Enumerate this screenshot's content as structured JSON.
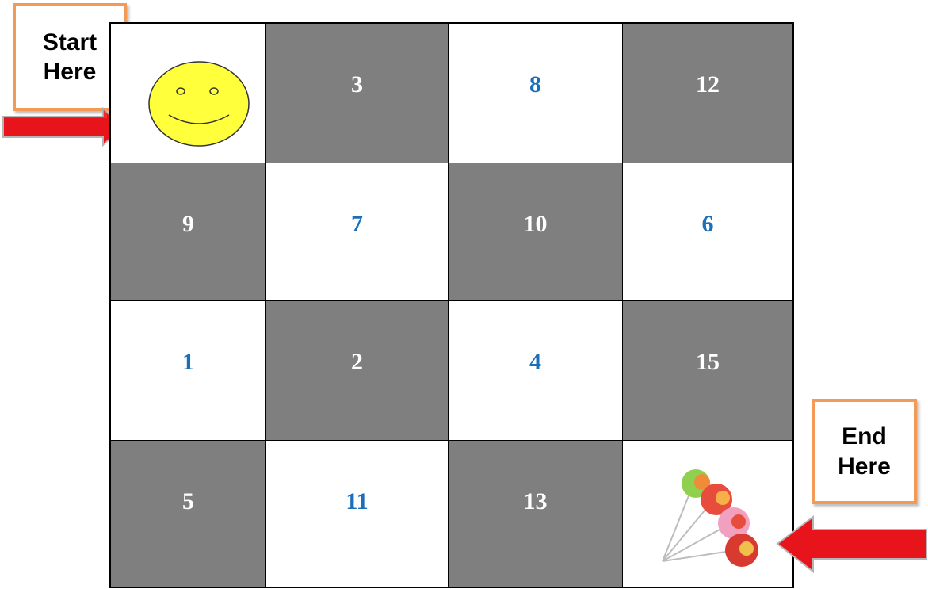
{
  "start_label": [
    "Start",
    "Here"
  ],
  "end_label": [
    "End",
    "Here"
  ],
  "board": {
    "rows": [
      [
        {
          "value": "",
          "shade": "light",
          "content": "smiley-face-icon"
        },
        {
          "value": "3",
          "shade": "dark"
        },
        {
          "value": "8",
          "shade": "light"
        },
        {
          "value": "12",
          "shade": "dark"
        }
      ],
      [
        {
          "value": "9",
          "shade": "dark"
        },
        {
          "value": "7",
          "shade": "light"
        },
        {
          "value": "10",
          "shade": "dark"
        },
        {
          "value": "6",
          "shade": "light"
        }
      ],
      [
        {
          "value": "1",
          "shade": "light"
        },
        {
          "value": "2",
          "shade": "dark"
        },
        {
          "value": "4",
          "shade": "light"
        },
        {
          "value": "15",
          "shade": "dark"
        }
      ],
      [
        {
          "value": "5",
          "shade": "dark"
        },
        {
          "value": "11",
          "shade": "light"
        },
        {
          "value": "13",
          "shade": "dark"
        },
        {
          "value": "",
          "shade": "light",
          "content": "lollipop-bouquet-icon"
        }
      ]
    ]
  },
  "colors": {
    "dark_cell": "#7f7f7f",
    "light_cell": "#ffffff",
    "dark_number": "#ffffff",
    "light_number": "#1b6fba",
    "label_border": "#f39b56",
    "arrow": "#e8141b",
    "smiley_fill": "#ffff3b"
  }
}
